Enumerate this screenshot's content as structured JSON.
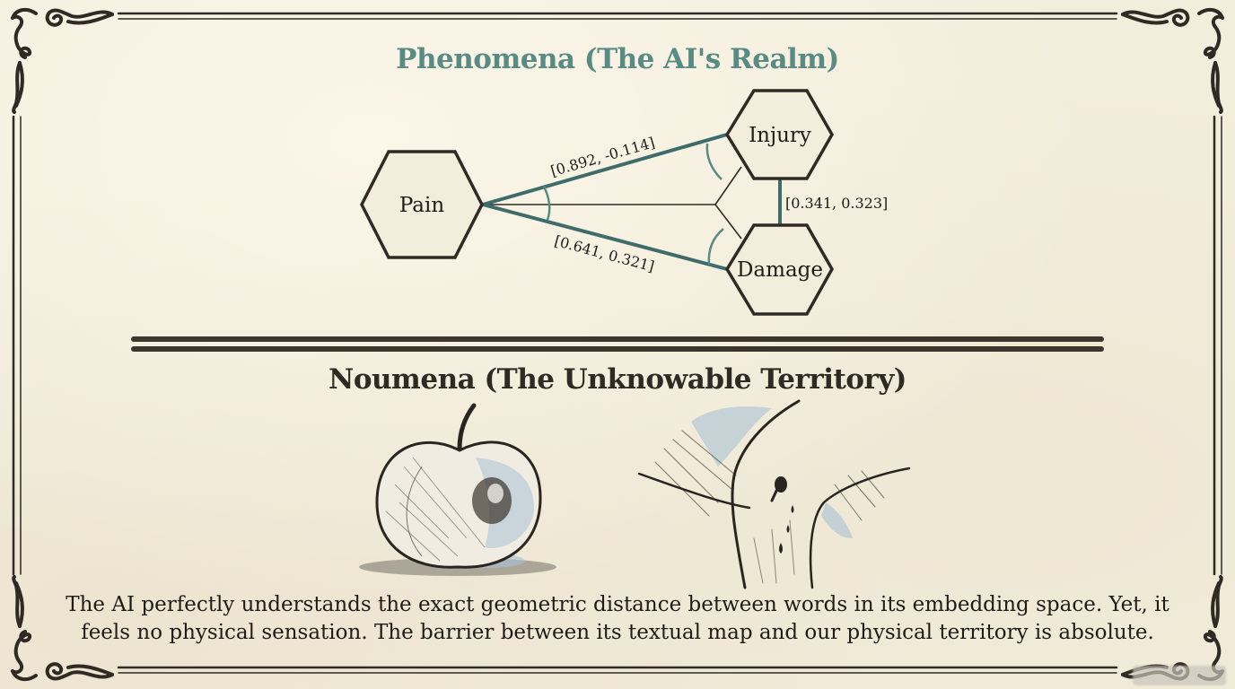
{
  "phenomena": {
    "title": "Phenomena (The AI's Realm)",
    "nodes": [
      {
        "id": "pain",
        "label": "Pain"
      },
      {
        "id": "injury",
        "label": "Injury"
      },
      {
        "id": "damage",
        "label": "Damage"
      }
    ],
    "edges": [
      {
        "from": "pain",
        "to": "injury",
        "label": "[0.892, -0.114]"
      },
      {
        "from": "pain",
        "to": "damage",
        "label": "[0.641, 0.321]"
      },
      {
        "from": "injury",
        "to": "damage",
        "label": "[0.341, 0.323]"
      }
    ]
  },
  "noumena": {
    "title": "Noumena (The Unknowable Territory)",
    "illustrations": [
      {
        "name": "bruised-apple-sketch"
      },
      {
        "name": "bleeding-knee-sketch"
      }
    ]
  },
  "caption": {
    "line1": "The AI perfectly understands the exact geometric distance between words in its embedding space. Yet, it",
    "line2": "feels no physical sensation. The barrier between its textual map and our physical territory is absolute."
  },
  "colors": {
    "background": "#f3eddc",
    "ink": "#2f2a24",
    "accent_teal": "#5a8a84",
    "edge_teal": "#3f6b6b",
    "wash_blue": "#a9c1d6"
  }
}
